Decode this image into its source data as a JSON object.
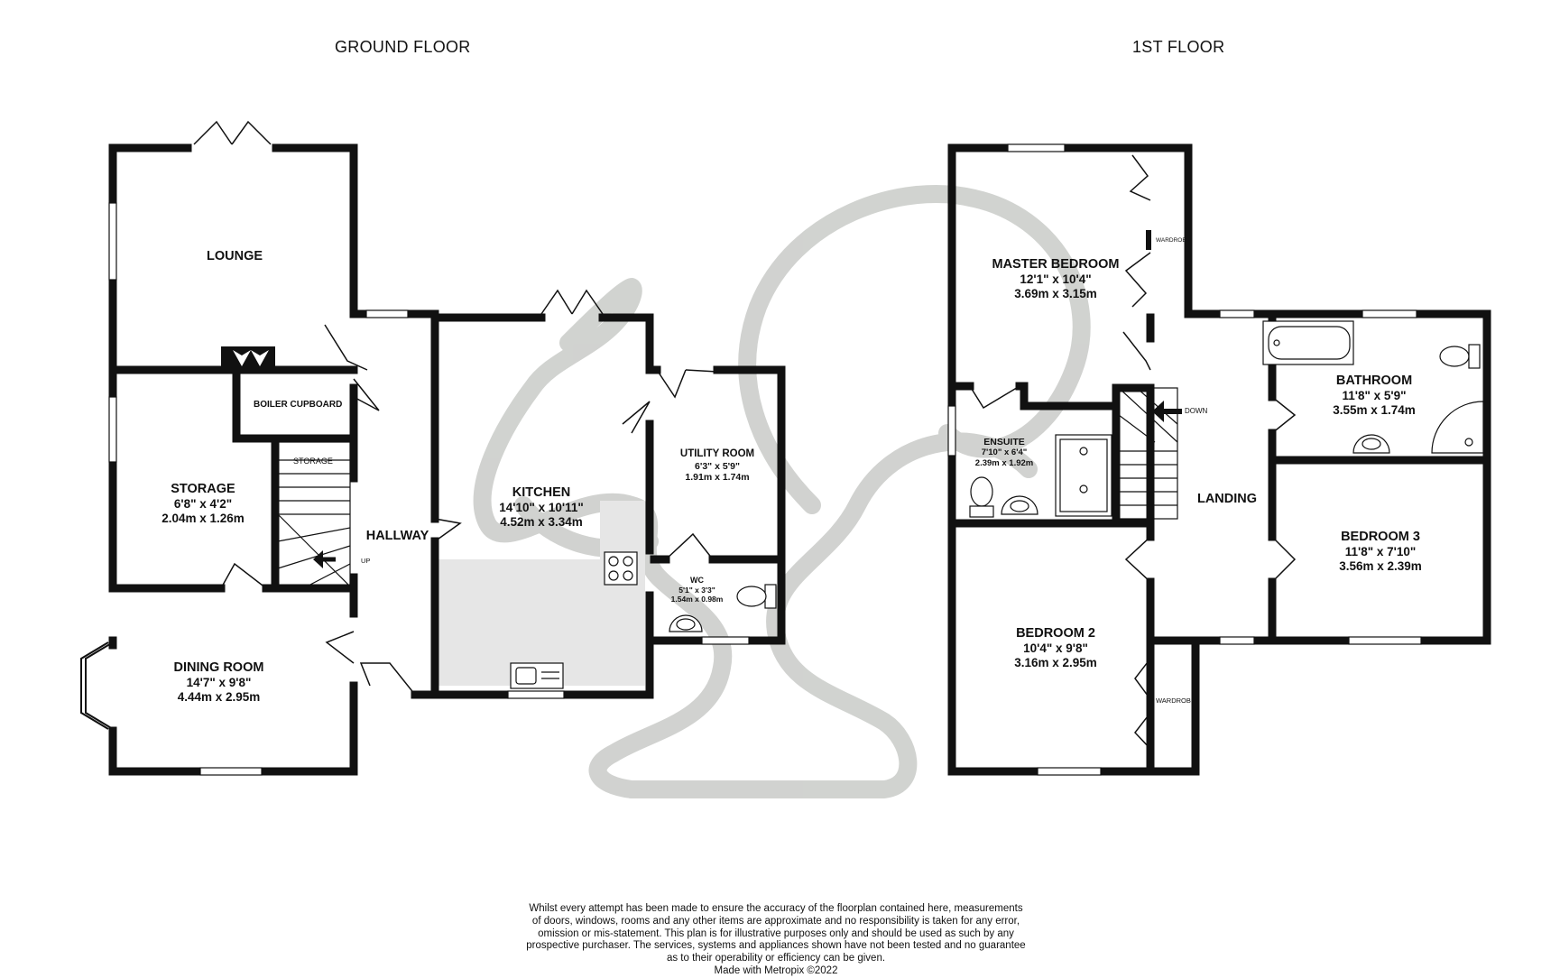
{
  "floors": {
    "ground": "GROUND FLOOR",
    "first": "1ST FLOOR"
  },
  "ground_rooms": {
    "lounge": {
      "name": "LOUNGE"
    },
    "boiler": {
      "name": "BOILER CUPBOARD"
    },
    "storage_small": {
      "name": "STORAGE"
    },
    "storage": {
      "name": "STORAGE",
      "imperial": "6'8\"  x 4'2\"",
      "metric": "2.04m  x 1.26m"
    },
    "hallway": {
      "name": "HALLWAY"
    },
    "kitchen": {
      "name": "KITCHEN",
      "imperial": "14'10\"  x 10'11\"",
      "metric": "4.52m  x 3.34m"
    },
    "utility": {
      "name": "UTILITY ROOM",
      "imperial": "6'3\"  x 5'9\"",
      "metric": "1.91m  x 1.74m"
    },
    "wc": {
      "name": "WC",
      "imperial": "5'1\"  x 3'3\"",
      "metric": "1.54m  x 0.98m"
    },
    "dining": {
      "name": "DINING ROOM",
      "imperial": "14'7\"  x 9'8\"",
      "metric": "4.44m  x 2.95m"
    },
    "stairs_up": "UP"
  },
  "first_rooms": {
    "master": {
      "name": "MASTER BEDROOM",
      "imperial": "12'1\"  x 10'4\"",
      "metric": "3.69m  x 3.15m"
    },
    "wardrobe_master": "WARDROBE",
    "ensuite": {
      "name": "ENSUITE",
      "imperial": "7'10\"  x 6'4\"",
      "metric": "2.39m  x 1.92m"
    },
    "bathroom": {
      "name": "BATHROOM",
      "imperial": "11'8\"  x 5'9\"",
      "metric": "3.55m  x 1.74m"
    },
    "landing": {
      "name": "LANDING"
    },
    "stairs_down": "DOWN",
    "bedroom3": {
      "name": "BEDROOM 3",
      "imperial": "11'8\"  x 7'10\"",
      "metric": "3.56m  x 2.39m"
    },
    "bedroom2": {
      "name": "BEDROOM 2",
      "imperial": "10'4\"  x 9'8\"",
      "metric": "3.16m  x 2.95m"
    },
    "wardrobe_b2": "WARDROBE"
  },
  "disclaimer": {
    "line1": "Whilst every attempt has been made to ensure the accuracy of the floorplan contained here, measurements",
    "line2": "of doors, windows, rooms and any other items are approximate and no responsibility is taken for any error,",
    "line3": "omission or mis-statement. This plan is for illustrative purposes only and should be used as such by any",
    "line4": "prospective purchaser. The services, systems and appliances shown have not been tested and no guarantee",
    "line5": "as to their operability or efficiency can be given.",
    "line6": "Made with Metropix ©2022"
  },
  "colors": {
    "wall": "#111111",
    "watermark": "#c9cbc8",
    "kitchen_floor": "#e6e6e6",
    "window": "#ffffff"
  }
}
